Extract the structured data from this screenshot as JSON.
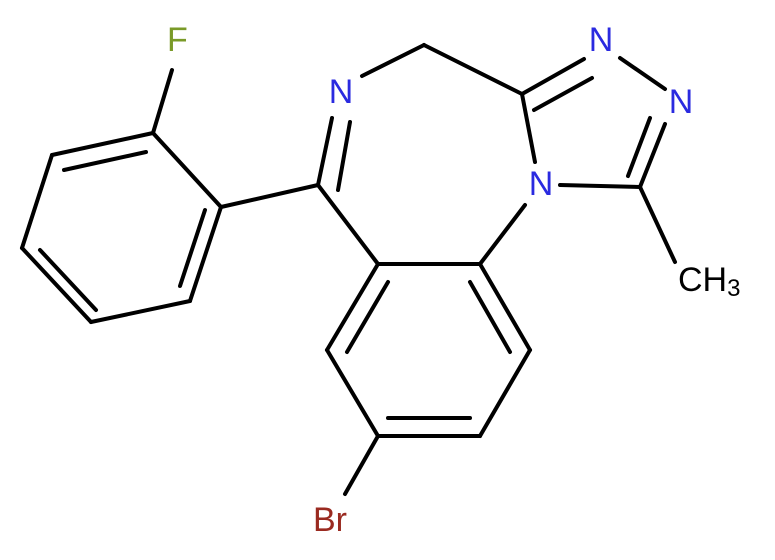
{
  "labels": {
    "f": "F",
    "n_imine": "N",
    "n_triazole_top": "N",
    "n_triazole_right": "N",
    "n_bridge": "N",
    "ch3_main": "CH",
    "ch3_sub": "3",
    "br": "Br"
  },
  "colors": {
    "bond": "#000000",
    "nitrogen": "#2a2ae0",
    "fluorine": "#7a9a28",
    "bromine": "#9a2a20",
    "carbon": "#000000"
  }
}
